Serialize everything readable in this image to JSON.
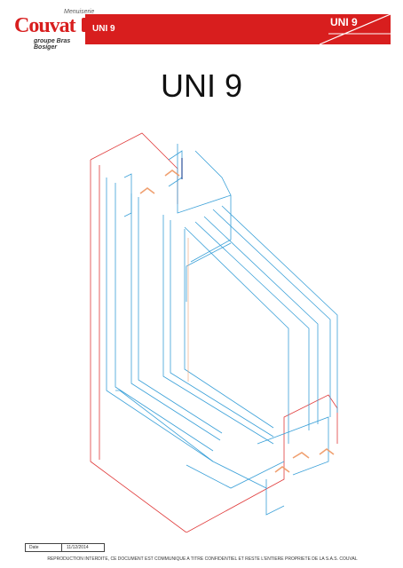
{
  "header": {
    "logo_small_text": "Menuiserie",
    "logo_main_text": "Couvat",
    "logo_tagline": "groupe Bras Bosiger",
    "band_label": "UNI 9",
    "tab_label": "UNI 9"
  },
  "title": "UNI 9",
  "footer": {
    "date_label": "Date",
    "date_value": "11/12/2014",
    "notice": "REPRODUCTION INTERDITE, CE DOCUMENT EST COMMUNIQUE A TITRE CONFIDENTIEL ET RESTE L'ENTIERE PROPRIETE DE LA S.A.S. COUVAL"
  },
  "colors": {
    "brand_red": "#d81e1e",
    "profile_blue": "#3aa0d8",
    "frame_red": "#e03a3a",
    "gasket_orange": "#f0a070"
  }
}
